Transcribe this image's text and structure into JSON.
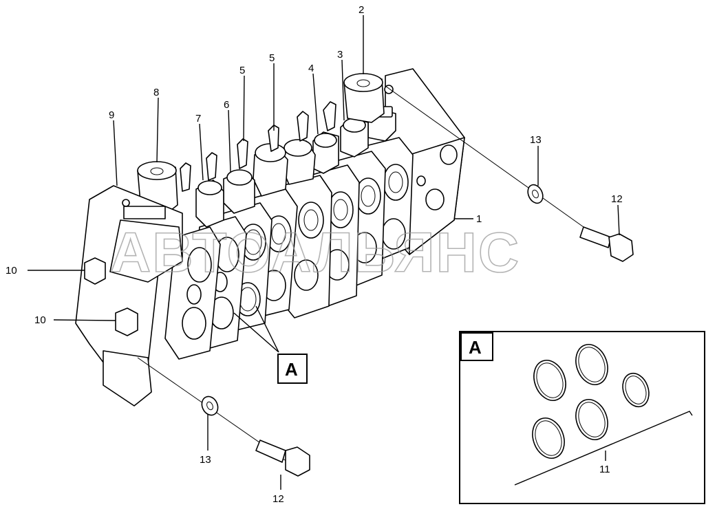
{
  "watermark": "АВТОАЛЬЯНС",
  "detail_label": "A",
  "callouts": {
    "c1": "1",
    "c2": "2",
    "c3": "3",
    "c4": "4",
    "c5a": "5",
    "c5b": "5",
    "c6": "6",
    "c7": "7",
    "c8": "8",
    "c9": "9",
    "c10a": "10",
    "c10b": "10",
    "c11": "11",
    "c12a": "12",
    "c12b": "12",
    "c13a": "13",
    "c13b": "13"
  }
}
